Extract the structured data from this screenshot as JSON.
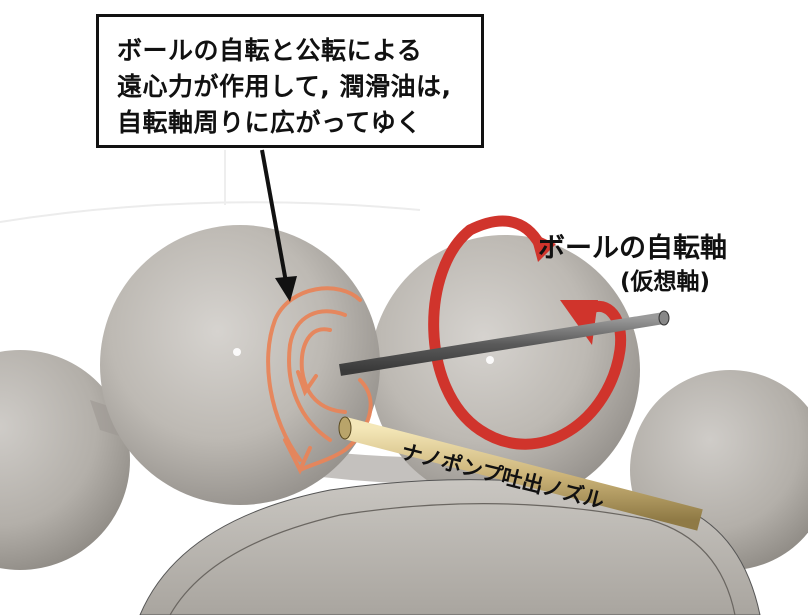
{
  "callout": {
    "lines": [
      "ボールの自転と公転による",
      "遠心力が作用して, 潤滑油は,",
      "自転軸周りに広がってゆく"
    ]
  },
  "axis_label": {
    "title": "ボールの自転軸",
    "subtitle": "(仮想軸)"
  },
  "nozzle_label": "ナノポンプ吐出ノズル",
  "colors": {
    "rotation_arrow": "#d0342c",
    "oil_flow": "#e8855a",
    "ball": "#b7b3ad",
    "axis_rod": "#6b6b6b",
    "nozzle": "#d8c58a",
    "outline": "#111111"
  }
}
